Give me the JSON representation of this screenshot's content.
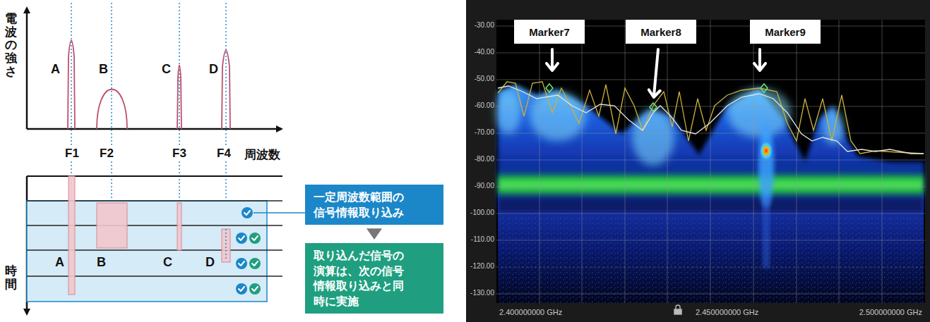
{
  "diagram": {
    "nodes": [
      {
        "text": [
          "一定周波数範囲の信号情報取り込み"
        ]
      },
      {
        "text": [
          "取り込んだ信号の演算は、次の信号情報取り込みと同時に実施"
        ]
      },
      {
        "text": [
          "Marker7"
        ]
      },
      {
        "text": [
          "Marker8"
        ]
      },
      {
        "text": [
          "Marker9"
        ]
      }
    ],
    "edges": [
      {
        "from": 0,
        "to": 1,
        "arrow": "to"
      }
    ],
    "labels": [
      "電波の強さ",
      "A",
      "B",
      "C",
      "D",
      "F1",
      "F2",
      "F3",
      "F4",
      "周波数",
      "A",
      "B",
      "C",
      "D",
      "時間",
      "-30.00",
      "-40.00",
      "-50.00",
      "-60.00",
      "-70.00",
      "-80.00",
      "-90.00",
      "-100.00",
      "-110.00",
      "-120.00",
      "-130.00",
      "2.400000000 GHz",
      "2.450000000 GHz",
      "2.500000000 GHz"
    ]
  }
}
